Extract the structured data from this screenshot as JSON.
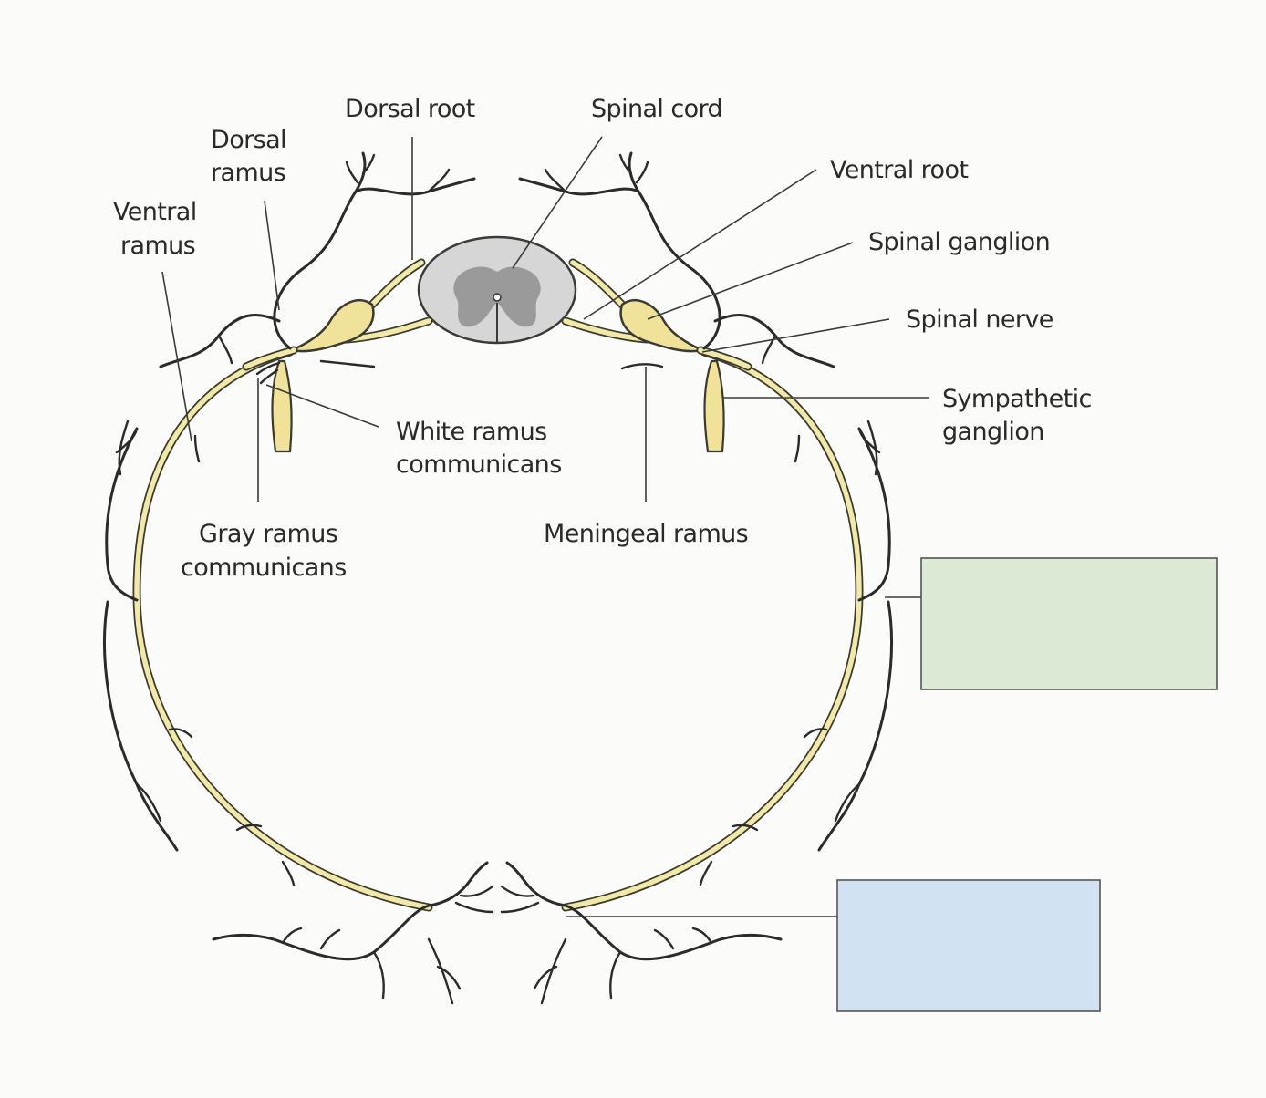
{
  "colors": {
    "nerve": "#f3e9a6",
    "ganglion": "#f1e29a",
    "cord_white": "#d6d6d6",
    "cord_gray": "#9a9a9a",
    "box_green": "#dce9d4",
    "box_blue": "#d3e2f2",
    "ink": "#2b2b2b"
  },
  "labels": {
    "dorsal_root": "Dorsal root",
    "spinal_cord": "Spinal cord",
    "dorsal_ramus": [
      "Dorsal",
      "ramus"
    ],
    "ventral_ramus": [
      "Ventral",
      "ramus"
    ],
    "ventral_root": "Ventral root",
    "spinal_ganglion": "Spinal ganglion",
    "spinal_nerve": "Spinal nerve",
    "sympathetic_ganglion": [
      "Sympathetic",
      "ganglion"
    ],
    "white_ramus_communicans": [
      "White ramus",
      "communicans"
    ],
    "gray_ramus_communicans": [
      "Gray ramus",
      "communicans"
    ],
    "meningeal_ramus": "Meningeal ramus"
  },
  "answer_boxes": {
    "lateral": "",
    "anterior": ""
  }
}
